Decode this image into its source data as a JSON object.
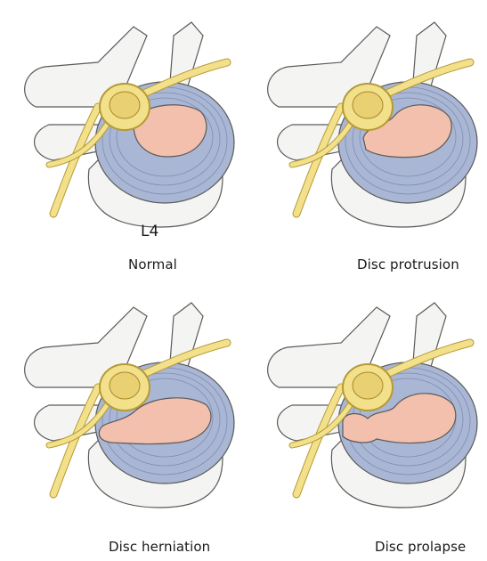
{
  "panels": [
    {
      "caption": "Normal",
      "variant": "normal",
      "level_label": "L4"
    },
    {
      "caption": "Disc protrusion",
      "variant": "protrusion"
    },
    {
      "caption": "Disc herniation",
      "variant": "herniation"
    },
    {
      "caption": "Disc prolapse",
      "variant": "prolapse"
    }
  ],
  "colors": {
    "bone": "#f4f4f2",
    "bone_shadow": "#c9ced6",
    "disc_ring": "#a9b6d4",
    "disc_ring_dark": "#7f8db5",
    "nucleus": "#f2c0ac",
    "nerve": "#f3e08a",
    "nerve_outline": "#b59a36",
    "outline": "#5a5a5a"
  }
}
